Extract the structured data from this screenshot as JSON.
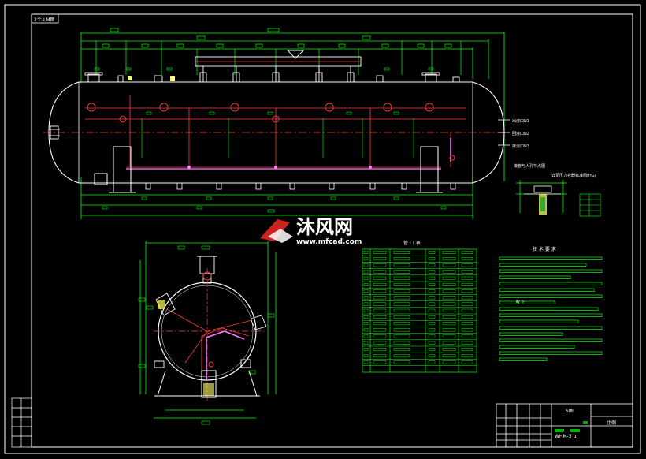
{
  "drawing": {
    "header_tag": "2个-LM图",
    "colors": {
      "background": "#000000",
      "outline": "#ffffff",
      "dimension": "#00ff00",
      "pipe": "#ff3b3b",
      "pipe_inner": "#ff77ff",
      "center": "#ff4444",
      "nozzle": "#ffff66",
      "watermark": "#ffffff"
    },
    "nozzle_labels_right": [
      "出液口N1",
      "回液口N2",
      "排污口N3"
    ],
    "detail_title": "接管与人孔节点图",
    "detail_note": "详见压力容器标准图(HG)",
    "parts_table_title": "管 口 表",
    "tech_req_title": "技 术 要 求",
    "tech_req_fragment": "吹 上",
    "title_block": {
      "scale_label": "比例",
      "drawing_no": "WHM-3 µ",
      "sheet_mark": "S图"
    },
    "watermark": {
      "cn": "沐风网",
      "url": "www.mfcad.com"
    }
  }
}
